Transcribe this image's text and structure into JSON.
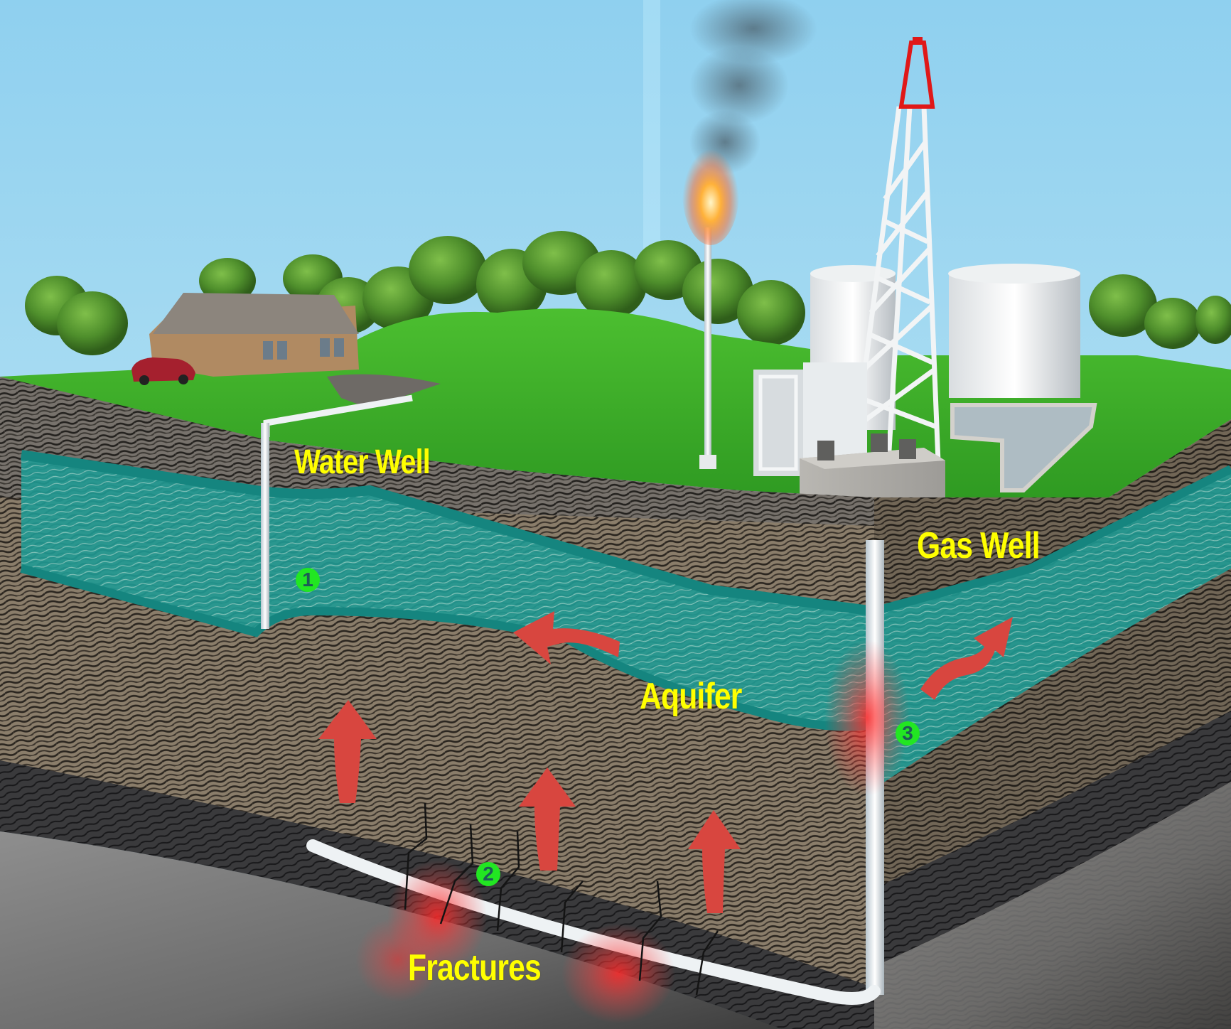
{
  "diagram": {
    "subject": "Gas well hydraulic fracturing and groundwater contamination pathways",
    "labels": {
      "water_well": "Water Well",
      "gas_well": "Gas Well",
      "aquifer": "Aquifer",
      "fractures": "Fractures"
    },
    "markers": [
      {
        "id": "1",
        "label": "1",
        "location": "bottom of water well in aquifer"
      },
      {
        "id": "2",
        "label": "2",
        "location": "horizontal gas well bore among fractures"
      },
      {
        "id": "3",
        "label": "3",
        "location": "gas well casing where it crosses aquifer"
      }
    ],
    "flow_arrows": [
      {
        "direction": "up",
        "location": "left rock layer rising toward aquifer"
      },
      {
        "direction": "up",
        "location": "middle rock layer above fractures"
      },
      {
        "direction": "up",
        "location": "right rock layer above fractures"
      },
      {
        "direction": "left",
        "location": "within aquifer toward water well"
      },
      {
        "direction": "up-right",
        "location": "within aquifer right of gas well"
      }
    ],
    "surface_features": [
      "house",
      "red car",
      "trees",
      "gas flare stack",
      "drilling rig derrick",
      "storage tanks",
      "wellhead pad",
      "wastewater pit"
    ],
    "colors": {
      "label_text": "#ffff00",
      "marker_fill": "#22e622",
      "marker_text": "#1d5a57",
      "aquifer": "#1e9e96",
      "arrow": "#d8463f",
      "sky_top": "#8fd0ef",
      "grass": "#3fae2a",
      "derrick_top": "#e01818",
      "contamination_glow": "#ff3030"
    }
  }
}
